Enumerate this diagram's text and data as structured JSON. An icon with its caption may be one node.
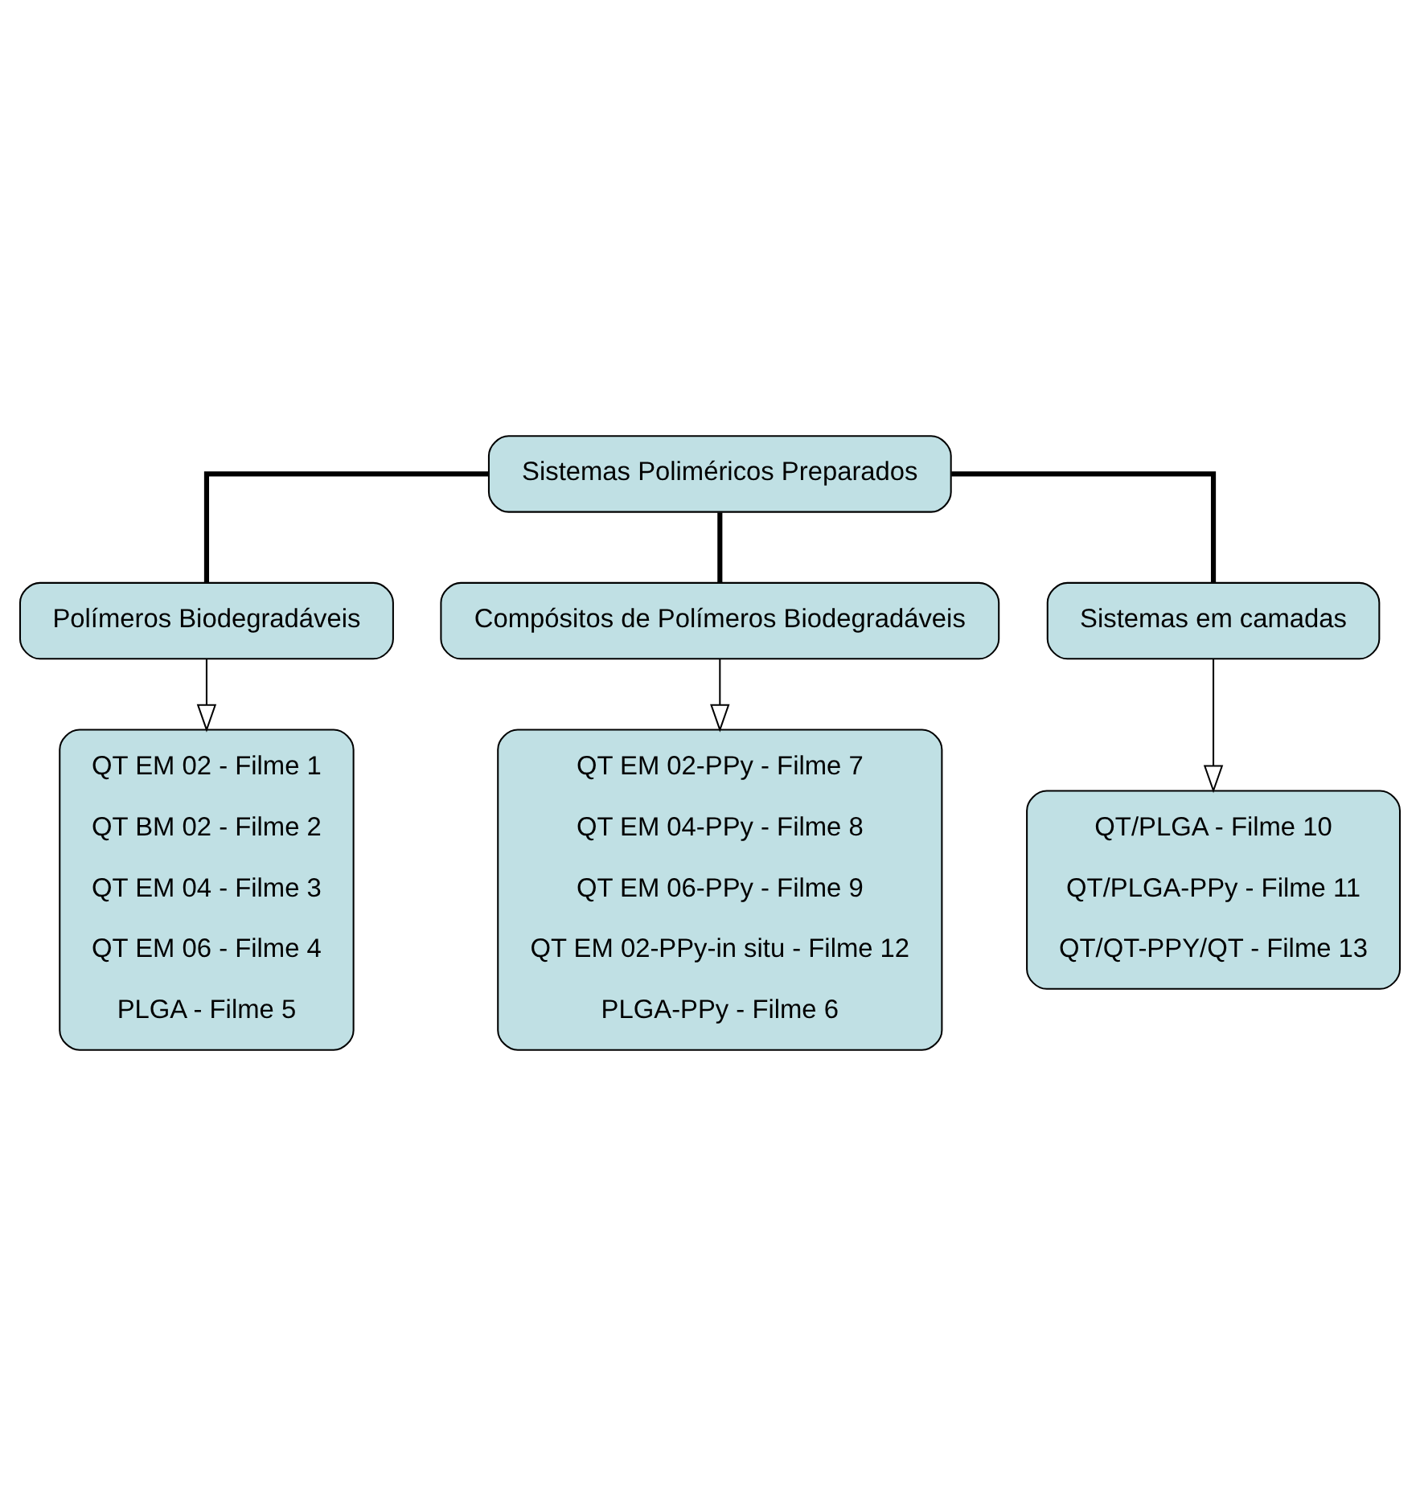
{
  "diagram": {
    "nodes": [
      {
        "text": [
          "Sistemas Poliméricos Preparados"
        ]
      },
      {
        "text": [
          "Polímeros Biodegradáveis"
        ]
      },
      {
        "text": [
          "Compósitos de Polímeros Biodegradáveis"
        ]
      },
      {
        "text": [
          "Sistemas em camadas"
        ]
      },
      {
        "text": [
          "QT EM 02 - Filme 1",
          "QT BM 02 - Filme 2",
          "QT EM 04 - Filme 3",
          "QT EM 06 - Filme 4",
          "PLGA - Filme 5"
        ]
      },
      {
        "text": [
          "QT EM 02-PPy - Filme 7",
          "QT EM 04-PPy - Filme 8",
          "QT EM 06-PPy - Filme 9",
          "QT EM 02-PPy-in situ - Filme 12",
          "PLGA-PPy - Filme 6"
        ]
      },
      {
        "text": [
          "QT/PLGA - Filme 10",
          "QT/PLGA-PPy - Filme 11",
          "QT/QT-PPY/QT - Filme 13"
        ]
      }
    ],
    "edges": [
      {
        "from": 0,
        "to": 1,
        "arrow": "none",
        "style": "thick"
      },
      {
        "from": 0,
        "to": 2,
        "arrow": "none",
        "style": "thick"
      },
      {
        "from": 0,
        "to": 3,
        "arrow": "none",
        "style": "thick"
      },
      {
        "from": 1,
        "to": 4,
        "arrow": "to"
      },
      {
        "from": 2,
        "to": 5,
        "arrow": "to"
      },
      {
        "from": 3,
        "to": 6,
        "arrow": "to"
      }
    ]
  }
}
